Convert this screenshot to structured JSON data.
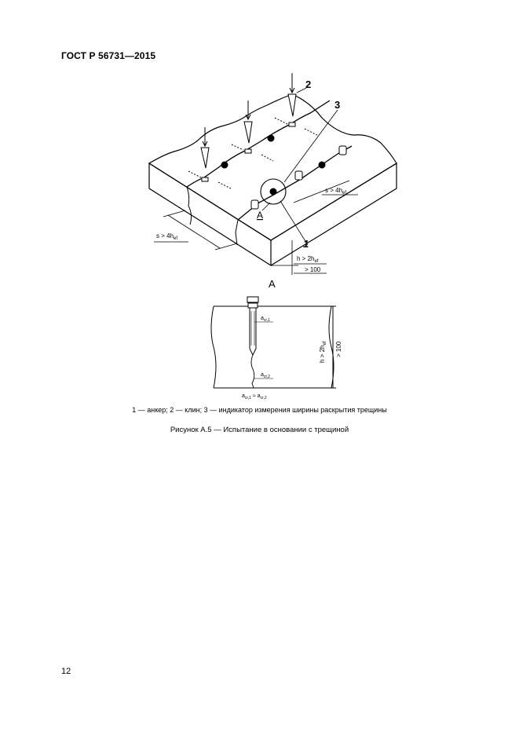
{
  "header": {
    "standard": "ГОСТ Р 56731—2015"
  },
  "figure": {
    "callouts": [
      "1",
      "2",
      "3"
    ],
    "detail_letter": "A",
    "detail_title": "A",
    "dimensions": {
      "spacing_left": "s > 4h",
      "spacing_right": "s > 4h",
      "spacing_sub": "ef",
      "thickness": "h > 2h",
      "thickness_sub": "ef",
      "min_thickness": "> 100"
    },
    "detail": {
      "crack_upper": "a",
      "crack_upper_sub": "cr,1",
      "crack_lower": "a",
      "crack_lower_sub": "cr,2",
      "equation_left": "a",
      "equation_left_sub": "cr,1",
      "equation_sign": "≈",
      "equation_right": "a",
      "equation_right_sub": "cr,2",
      "thickness": "h > 2h",
      "thickness_sub": "ef",
      "min_thickness": "> 100"
    }
  },
  "legend": "1 — анкер; 2 — клин; 3 — индикатор измерения ширины раскрытия трещины",
  "caption": "Рисунок А.5 — Испытание в основании с трещиной",
  "page_number": "12"
}
